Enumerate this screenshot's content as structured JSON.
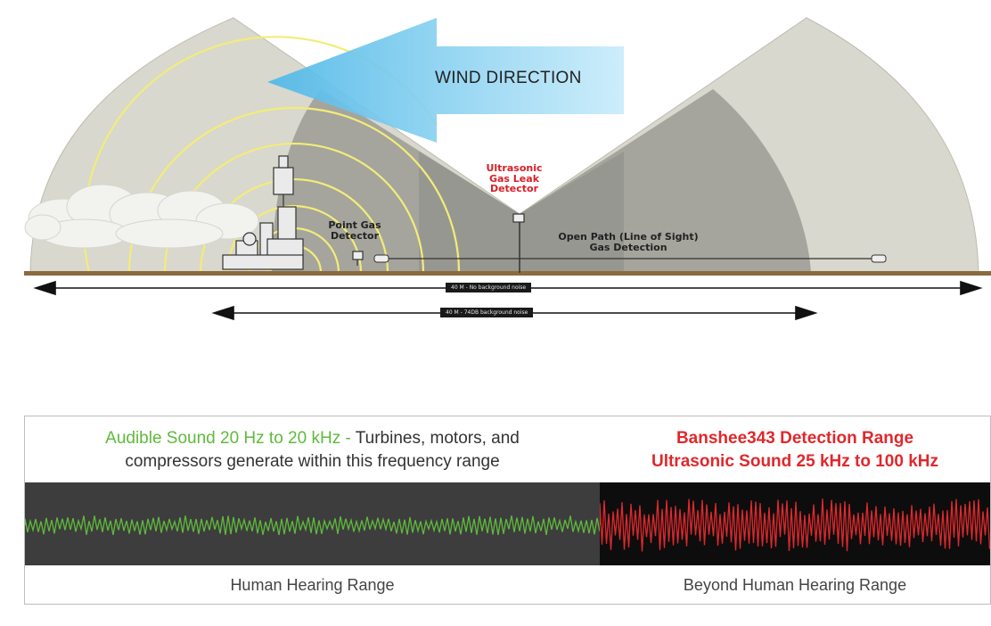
{
  "diagram": {
    "wind_direction": "WIND DIRECTION",
    "ultrasonic_detector": [
      "Ultrasonic",
      "Gas Leak",
      "Detector"
    ],
    "point_gas_detector": [
      "Point Gas",
      "Detector"
    ],
    "open_path": [
      "Open Path (Line of Sight)",
      "Gas Detection"
    ],
    "range_no_noise": "40 M - No background noise",
    "range_background": "40 M - 74DB background noise"
  },
  "spectrum": {
    "audible_highlight": "Audible Sound 20 Hz to 20 kHz -",
    "audible_rest_1": "Turbines, motors, and",
    "audible_rest_2": "compressors generate within this frequency range",
    "banshee_line1": "Banshee343 Detection Range",
    "banshee_line2": "Ultrasonic Sound 25 kHz to 100 kHz",
    "human_range": "Human Hearing Range",
    "beyond_range": "Beyond Human Hearing Range"
  },
  "colors": {
    "audible_green": "#5fba3c",
    "ultrasonic_red": "#e0282c",
    "wind_blue": "#6cc8ee",
    "sound_ring_yellow": "#f3ec79",
    "ground_brown": "#8b6a3e"
  }
}
